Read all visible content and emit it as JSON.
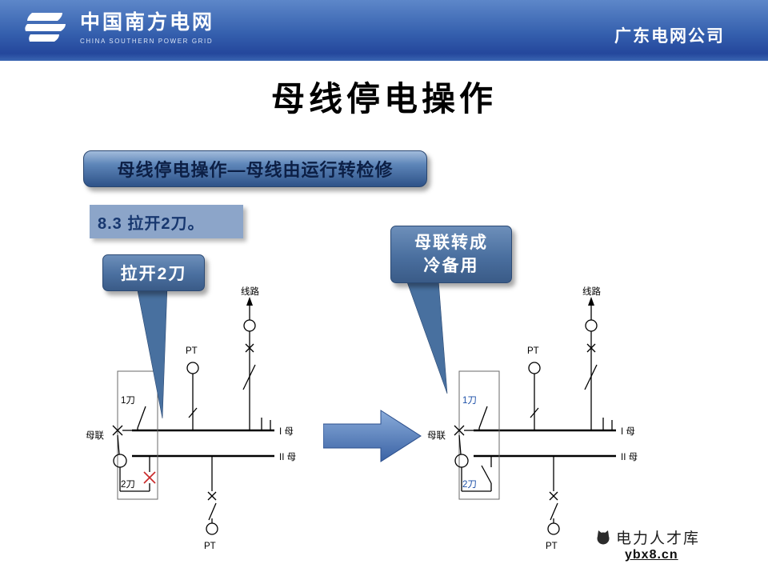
{
  "header": {
    "logo_title": "中国南方电网",
    "logo_subtitle": "CHINA SOUTHERN POWER GRID",
    "company": "广东电网公司"
  },
  "title": "母线停电操作",
  "banner": "母线停电操作—母线由运行转检修",
  "step_label": "8.3 拉开2刀。",
  "callouts": {
    "left": "拉开2刀",
    "right_line1": "母联转成",
    "right_line2": "冷备用"
  },
  "diagram_labels": {
    "line": "线路",
    "pt_top": "PT",
    "pt_bottom": "PT",
    "knife1": "1刀",
    "coupler": "母联",
    "knife2": "2刀",
    "bus1": "I 母",
    "bus2": "II 母"
  },
  "watermark": {
    "brand": "电力人才库",
    "site": "ybx8.cn"
  },
  "colors": {
    "header_blue": "#3560ae",
    "banner_blue": "#4a74aa",
    "callout_blue": "#4a6f9f",
    "arrow_blue": "#4f7cba",
    "open_red": "#c92a2a",
    "knife_blue": "#1d50a8"
  }
}
